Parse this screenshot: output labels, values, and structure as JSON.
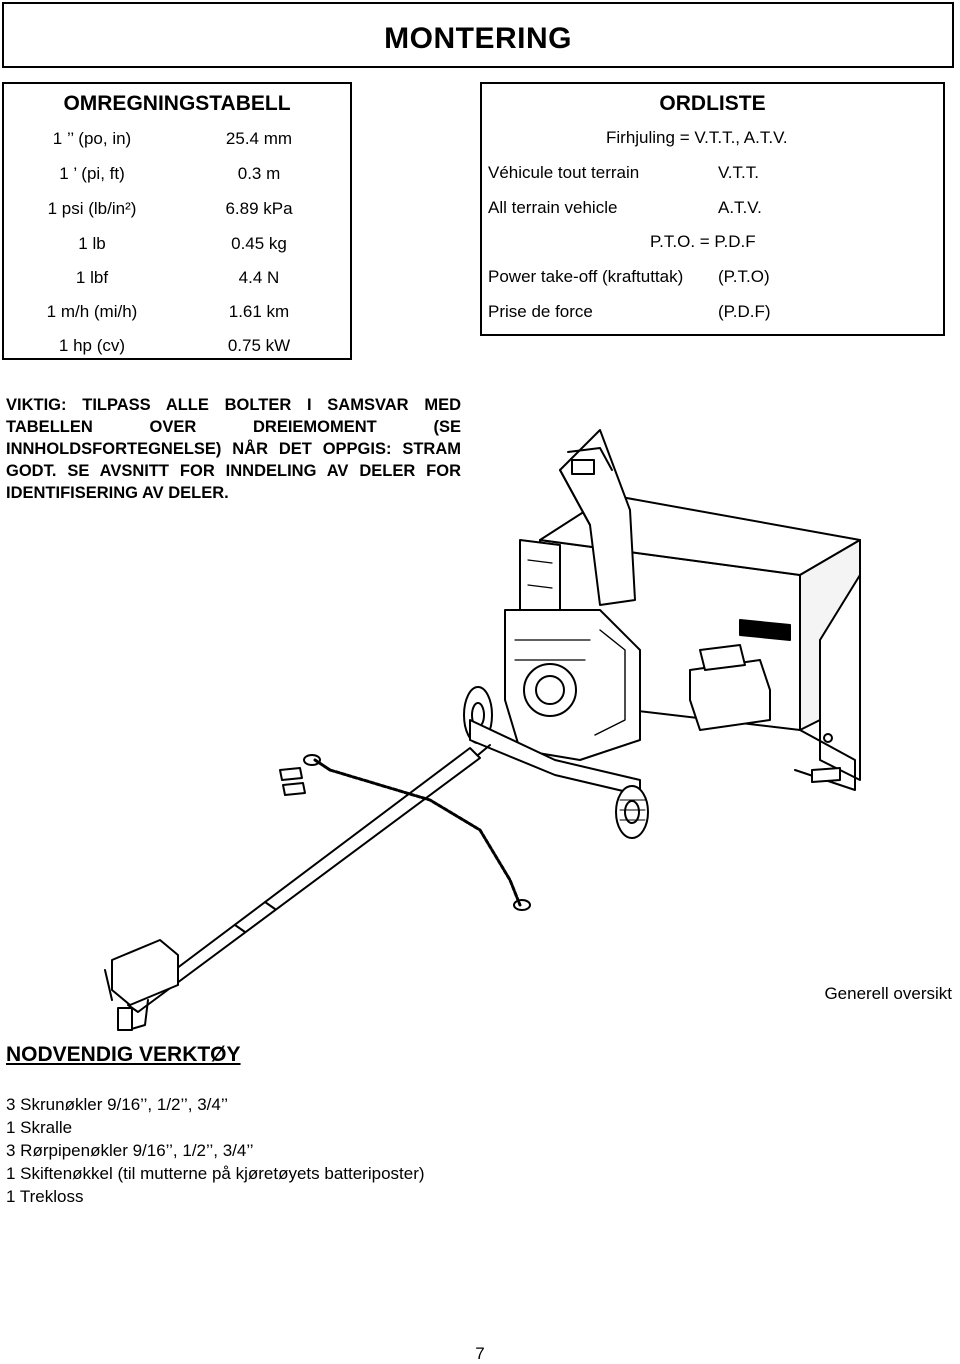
{
  "header": {
    "title": "MONTERING"
  },
  "conversion": {
    "title": "OMREGNINGSTABELL",
    "rows": [
      {
        "from": "1 ’’ (po, in)",
        "to": "25.4 mm"
      },
      {
        "from": "1 ’ (pi, ft)",
        "to": "0.3 m"
      },
      {
        "from": "1 psi (lb/in²)",
        "to": "6.89 kPa"
      },
      {
        "from": "1 lb",
        "to": "0.45 kg"
      },
      {
        "from": "1 lbf",
        "to": "4.4 N"
      },
      {
        "from": "1 m/h (mi/h)",
        "to": "1.61 km"
      },
      {
        "from": "1 hp (cv)",
        "to": "0.75 kW"
      }
    ]
  },
  "glossary": {
    "title": "ORDLISTE",
    "line1": "Firhjuling = V.T.T., A.T.V.",
    "rows": [
      {
        "term": "Véhicule tout terrain",
        "abbr": "V.T.T."
      },
      {
        "term": "All terrain vehicle",
        "abbr": "A.T.V."
      }
    ],
    "line2": "P.T.O. = P.D.F",
    "rows2": [
      {
        "term": "Power take-off (kraftuttak)",
        "abbr": "(P.T.O)"
      },
      {
        "term": "Prise de force",
        "abbr": "(P.D.F)"
      }
    ]
  },
  "warning": "VIKTIG: TILPASS ALLE BOLTER I SAMSVAR MED TABELLEN OVER DREIEMOMENT (SE INNHOLDSFORTEGNELSE) NÅR DET OPPGIS: STRAM GODT. SE AVSNITT FOR INNDELING AV DELER FOR IDENTIFISERING AV DELER.",
  "figure": {
    "caption": "Generell oversikt"
  },
  "tools": {
    "title": "NODVENDIG VERKTØY",
    "items": [
      "3 Skrunøkler 9/16’’, 1/2’’, 3/4’’",
      "1 Skralle",
      "3 Rørpipenøkler 9/16’’, 1/2’’, 3/4’’",
      "1 Skiftenøkkel (til mutterne på kjøretøyets batteriposter)",
      "1 Trekloss"
    ]
  },
  "page_number": "7"
}
